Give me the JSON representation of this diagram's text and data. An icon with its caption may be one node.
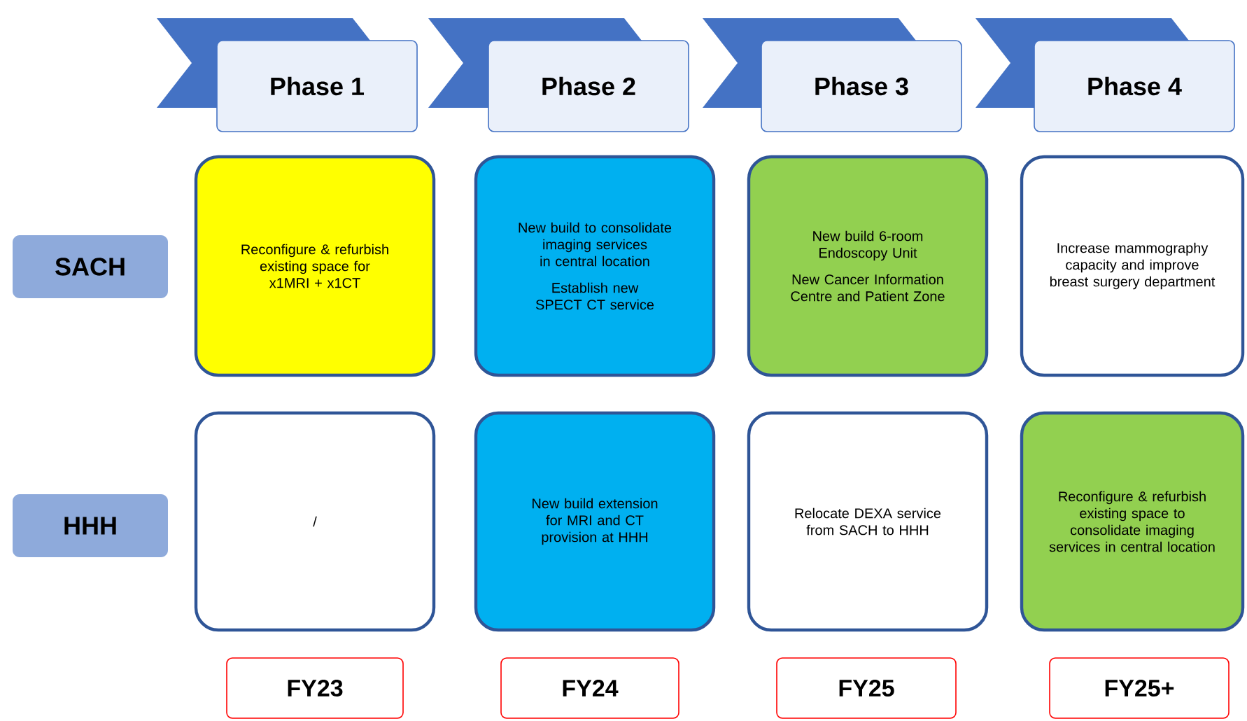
{
  "diagram": {
    "nodes": [
      {
        "text": [
          "Phase 1"
        ]
      },
      {
        "text": [
          "Phase 2"
        ]
      },
      {
        "text": [
          "Phase 3"
        ]
      },
      {
        "text": [
          "Phase 4"
        ]
      },
      {
        "text": [
          "SACH"
        ]
      },
      {
        "text": [
          "Reconfigure & refurbish existing space for x1MRI + x1CT"
        ]
      },
      {
        "text": [
          "New build to consolidate imaging services in central location",
          "Establish new SPECT CT service"
        ]
      },
      {
        "text": [
          "New build 6-room Endoscopy Unit",
          "New Cancer Information Centre and Patient Zone"
        ]
      },
      {
        "text": [
          "Increase mammography capacity and improve breast surgery department"
        ]
      },
      {
        "text": [
          "HHH"
        ]
      },
      {
        "text": [
          "/"
        ]
      },
      {
        "text": [
          "New build extension for MRI and CT provision at HHH"
        ]
      },
      {
        "text": [
          "Relocate DEXA service from SACH to HHH"
        ]
      },
      {
        "text": [
          "Reconfigure & refurbish existing space to consolidate imaging services in central location"
        ]
      },
      {
        "text": [
          "FY23"
        ]
      },
      {
        "text": [
          "FY24"
        ]
      },
      {
        "text": [
          "FY25"
        ]
      },
      {
        "text": [
          "FY25+"
        ]
      }
    ],
    "edges": []
  }
}
